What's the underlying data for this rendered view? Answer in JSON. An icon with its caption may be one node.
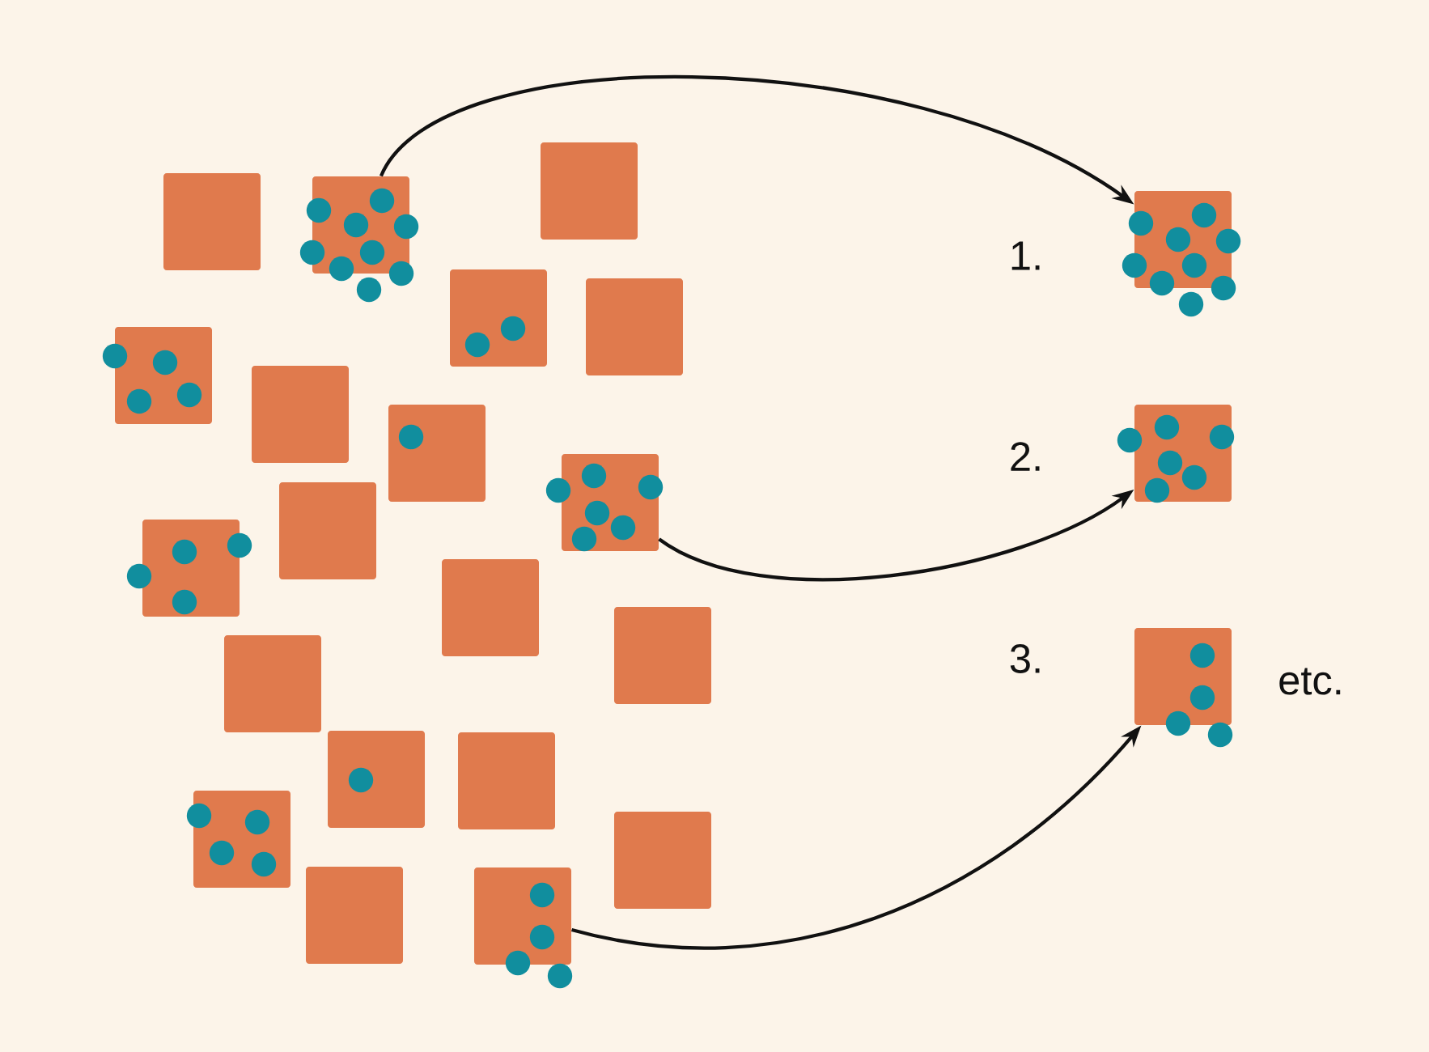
{
  "diagram": {
    "nodes": [
      {
        "text": [],
        "shape": "box"
      },
      {
        "text": [],
        "shape": "box"
      },
      {
        "text": [],
        "shape": "box"
      },
      {
        "text": [],
        "shape": "box"
      },
      {
        "text": [],
        "shape": "box"
      },
      {
        "text": [],
        "shape": "box"
      },
      {
        "text": [],
        "shape": "box"
      },
      {
        "text": [],
        "shape": "box"
      },
      {
        "text": [],
        "shape": "box"
      },
      {
        "text": [],
        "shape": "box"
      },
      {
        "text": [],
        "shape": "box"
      },
      {
        "text": [],
        "shape": "box"
      },
      {
        "text": [],
        "shape": "box"
      },
      {
        "text": [],
        "shape": "box"
      },
      {
        "text": [],
        "shape": "box"
      },
      {
        "text": [],
        "shape": "box"
      },
      {
        "text": [],
        "shape": "box"
      },
      {
        "text": [],
        "shape": "box"
      },
      {
        "text": [],
        "shape": "box"
      },
      {
        "text": [],
        "shape": "box"
      },
      {
        "text": [],
        "shape": "box"
      },
      {
        "text": [],
        "shape": "box"
      },
      {
        "text": [],
        "shape": "box"
      }
    ],
    "edges": [
      {
        "from": 2,
        "to": 20,
        "arrow": "to"
      },
      {
        "from": 8,
        "to": 21,
        "arrow": "to"
      },
      {
        "from": 19,
        "to": 22,
        "arrow": "to"
      }
    ],
    "labels": [
      "1.",
      "2.",
      "3.",
      "etc."
    ]
  }
}
